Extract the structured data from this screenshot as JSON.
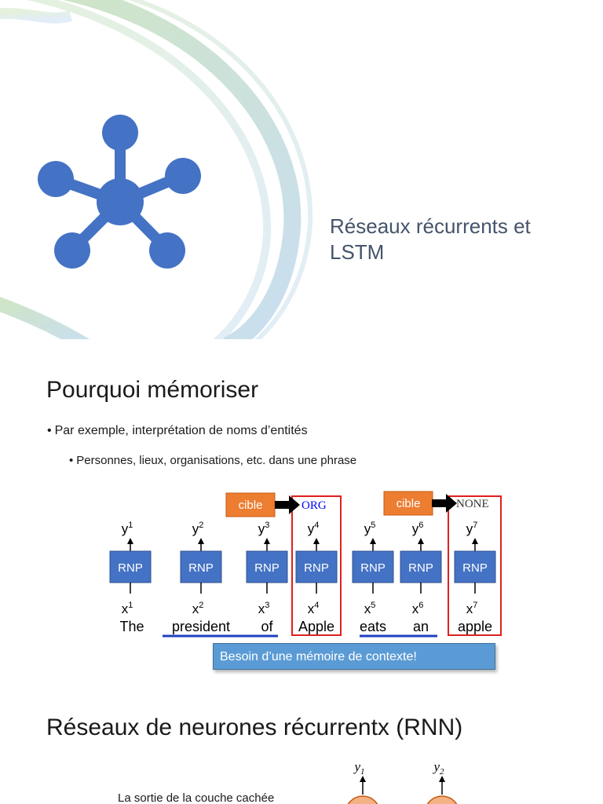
{
  "slide1": {
    "title": "Réseaux récurrents et LSTM",
    "icon": "molecule-network-icon",
    "accent": "#4472c4"
  },
  "slide2": {
    "title": "Pourquoi mémoriser",
    "bullet1": "Par exemple, interprétation de noms d’entités",
    "bullet2": "Personnes, lieux, organisations, etc. dans une phrase",
    "diagram": {
      "cible_label": "cible",
      "targets": [
        "ORG",
        "NONE"
      ],
      "cell_label": "RNP",
      "outputs": [
        "y",
        "y",
        "y",
        "y",
        "y",
        "y",
        "y"
      ],
      "output_exponents": [
        "1",
        "2",
        "3",
        "4",
        "5",
        "6",
        "7"
      ],
      "inputs": [
        "x",
        "x",
        "x",
        "x",
        "x",
        "x",
        "x"
      ],
      "input_exponents": [
        "1",
        "2",
        "3",
        "4",
        "5",
        "6",
        "7"
      ],
      "words": [
        "The",
        "president",
        "of",
        "Apple",
        "eats",
        "an",
        "apple"
      ]
    },
    "banner": "Besoin d’une mémoire de contexte!"
  },
  "slide3": {
    "title": "Réseaux de neurones récurrentx (RNN)",
    "outputs": [
      "y",
      "y"
    ],
    "output_subscripts": [
      "1",
      "2"
    ],
    "caption": "La sortie de la couche cachée"
  },
  "colors": {
    "rnp_fill": "#4472c4",
    "cible_fill": "#ed7d31",
    "highlight_border": "#e02020",
    "underline": "#1f3fbf",
    "banner_fill": "#5b9bd5",
    "node_fill": "#f4b183"
  }
}
